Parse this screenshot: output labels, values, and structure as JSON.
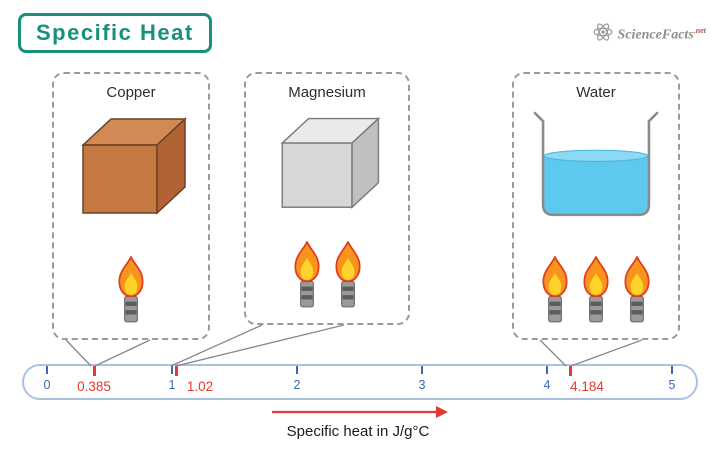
{
  "title": "Specific Heat",
  "logo": {
    "text": "ScienceFacts",
    "suffix": ".net"
  },
  "panels": [
    {
      "label": "Copper",
      "flames": 1,
      "value": "0.385"
    },
    {
      "label": "Magnesium",
      "flames": 2,
      "value": "1.02"
    },
    {
      "label": "Water",
      "flames": 3,
      "value": "4.184"
    }
  ],
  "scale": {
    "ticks": [
      "0",
      "1",
      "2",
      "3",
      "4",
      "5"
    ],
    "markers": [
      {
        "label": "0.385"
      },
      {
        "label": "1.02"
      },
      {
        "label": "4.184"
      }
    ],
    "axis_label": "Specific heat in J/g°C"
  },
  "colors": {
    "accent_teal": "#18907d",
    "marker_red": "#e23a2e",
    "scale_blue": "#3b68b5",
    "copper": "#c67843",
    "magnesium": "#d7d7d7",
    "water": "#5ec9ef"
  }
}
